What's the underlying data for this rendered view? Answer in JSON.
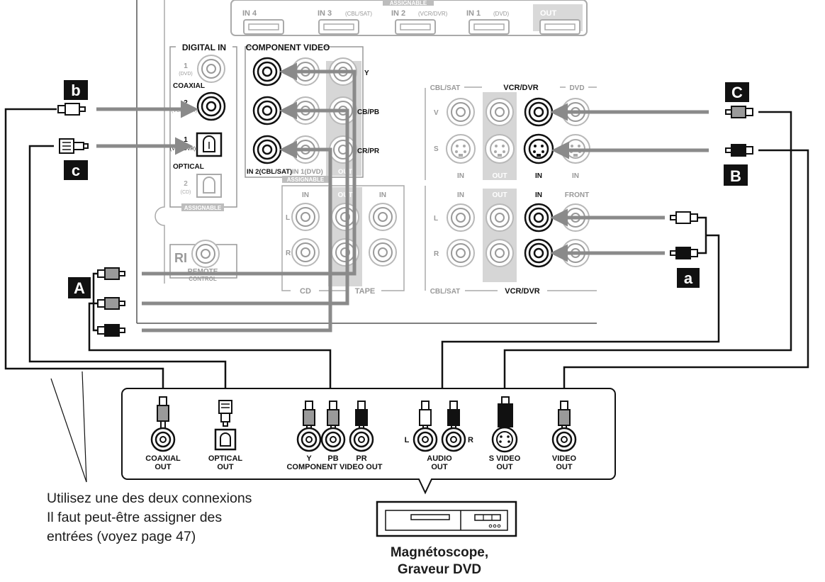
{
  "hdmi": {
    "assignable": "ASSIGNABLE",
    "in4": "IN 4",
    "in3": "IN 3",
    "in3_sub": "(CBL/SAT)",
    "in2": "IN 2",
    "in2_sub": "(VCR/DVR)",
    "in1": "IN 1",
    "in1_sub": "(DVD)",
    "out": "OUT"
  },
  "digital_in": {
    "title": "DIGITAL IN",
    "coax_num": "1",
    "coax_sub": "(DVD)",
    "coaxial": "COAXIAL",
    "coax2_num": "2",
    "coax2_sub": "(VCR/DVR)",
    "opt_num": "1",
    "opt_sub": "(VCR/DVR)",
    "optical": "OPTICAL",
    "opt2_num": "2",
    "opt2_sub": "(CD)",
    "assignable": "ASSIGNABLE"
  },
  "component": {
    "title": "COMPONENT VIDEO",
    "y": "Y",
    "cb": "CB/PB",
    "cr": "CR/PR",
    "in2": "IN 2(CBL/SAT)",
    "in1": "IN 1(DVD)",
    "out": "OUT",
    "assignable": "ASSIGNABLE"
  },
  "audio_io": {
    "in": "IN",
    "in2": "IN",
    "out": "OUT",
    "l": "L",
    "r": "R",
    "cd": "CD",
    "tape": "TAPE"
  },
  "remote": {
    "ri": "RI",
    "label": "REMOTE",
    "sub": "CONTROL"
  },
  "video_panel": {
    "cbl_sat": "CBL/SAT",
    "vcr_dvr": "VCR/DVR",
    "dvd": "DVD",
    "v": "V",
    "s": "S",
    "in": "IN",
    "out": "OUT",
    "vcr_in": "IN",
    "dvd_in": "IN"
  },
  "audio_panel": {
    "in": "IN",
    "out": "OUT",
    "vcr_in": "IN",
    "front": "FRONT",
    "l": "L",
    "r": "R",
    "cbl_sat": "CBL/SAT",
    "vcr_dvr": "VCR/DVR"
  },
  "badges": {
    "b_lower": "b",
    "c_lower": "c",
    "a_lower": "a",
    "A": "A",
    "B": "B",
    "C": "C"
  },
  "device_outputs": {
    "coaxial": "COAXIAL",
    "coaxial_out": "OUT",
    "optical": "OPTICAL",
    "optical_out": "OUT",
    "y": "Y",
    "pb": "PB",
    "pr": "PR",
    "component_out": "COMPONENT VIDEO OUT",
    "l": "L",
    "r": "R",
    "audio": "AUDIO",
    "audio_out": "OUT",
    "svideo": "S VIDEO",
    "svideo_out": "OUT",
    "video": "VIDEO",
    "video_out": "OUT"
  },
  "note": {
    "line1": "Utilisez une des deux connexions",
    "line2": "Il faut peut-être assigner des",
    "line3": "entrées (voyez page 47)"
  },
  "device": {
    "line1": "Magnétoscope,",
    "line2": "Graveur DVD"
  }
}
